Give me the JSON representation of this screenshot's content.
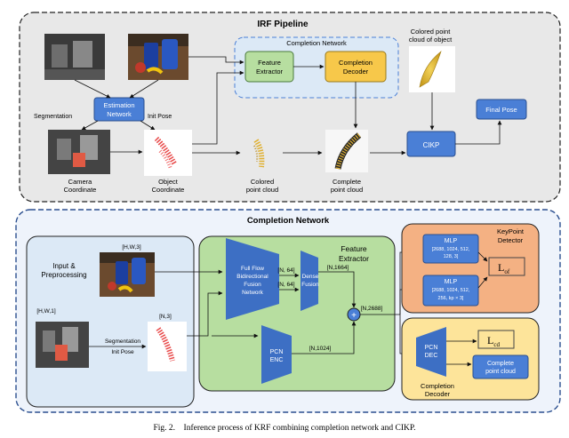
{
  "irf": {
    "title": "IRF Pipeline",
    "completion_network_label": "Completion Network",
    "feature_extractor": [
      "Feature",
      "Extractor"
    ],
    "completion_decoder": [
      "Completion",
      "Decoder"
    ],
    "colored_point_cloud_of_object": [
      "Colored  point",
      "cloud of object"
    ],
    "final_pose": "Final Pose",
    "estimation_network": [
      "Estimation",
      "Network"
    ],
    "segmentation": "Segmentation",
    "init_pose": "Init Pose",
    "camera_coordinate": [
      "Camera",
      "Coordinate"
    ],
    "object_coordinate": [
      "Object",
      "Coordinate"
    ],
    "colored_point_cloud": [
      "Colored",
      "point cloud"
    ],
    "complete_point_cloud": [
      "Complete",
      "point cloud"
    ],
    "cikp": "CIKP"
  },
  "cn": {
    "title": "Completion Network",
    "input_preprocessing": [
      "Input &",
      "Preprocessing"
    ],
    "dim_hw3": "[H,W,3]",
    "dim_hw1": "[H,W,1]",
    "dim_n3": "[N,3]",
    "segmentation": "Segmentation",
    "init_pose": "Init Pose",
    "feature_extractor": [
      "Feature",
      "Extractor"
    ],
    "ffb": [
      "Full Flow",
      "Bidirectional",
      "Fusion",
      "Network"
    ],
    "dense_fusion": [
      "Dense",
      "Fusion"
    ],
    "n64_a": "[N, 64]",
    "n64_b": "[N, 64]",
    "n1664": "[N,1664]",
    "n2688": "[N,2688]",
    "n1024": "[N,1024]",
    "pcn_enc": [
      "PCN",
      "ENC"
    ],
    "plus": "+",
    "keypoint_detector": [
      "KeyPoint",
      "Detector"
    ],
    "mlp1": [
      "MLP",
      "[2688, 1024, 512,",
      "128, 3]"
    ],
    "mlp2": [
      "MLP",
      "[2688, 1024, 512,",
      "256, kp × 3]"
    ],
    "l_of": "L",
    "l_of_sub": "of",
    "pcn_dec": [
      "PCN",
      "DEC"
    ],
    "l_cd": "L",
    "l_cd_sub": "cd",
    "complete_point_cloud": [
      "Complete",
      "point cloud"
    ],
    "completion_decoder": [
      "Completion",
      "Decoder"
    ]
  },
  "caption": "Fig. 2.    Inference process of KRF combining completion network and CIKP.",
  "colors": {
    "gray_panel": "#e8e8e8",
    "blue_box": "#4a7fd6",
    "green_box": "#b7dea0",
    "light_blue": "#dce9f6",
    "salmon": "#f4b183",
    "yellow": "#fde49a",
    "trapezoid": "#3d6fc4"
  }
}
